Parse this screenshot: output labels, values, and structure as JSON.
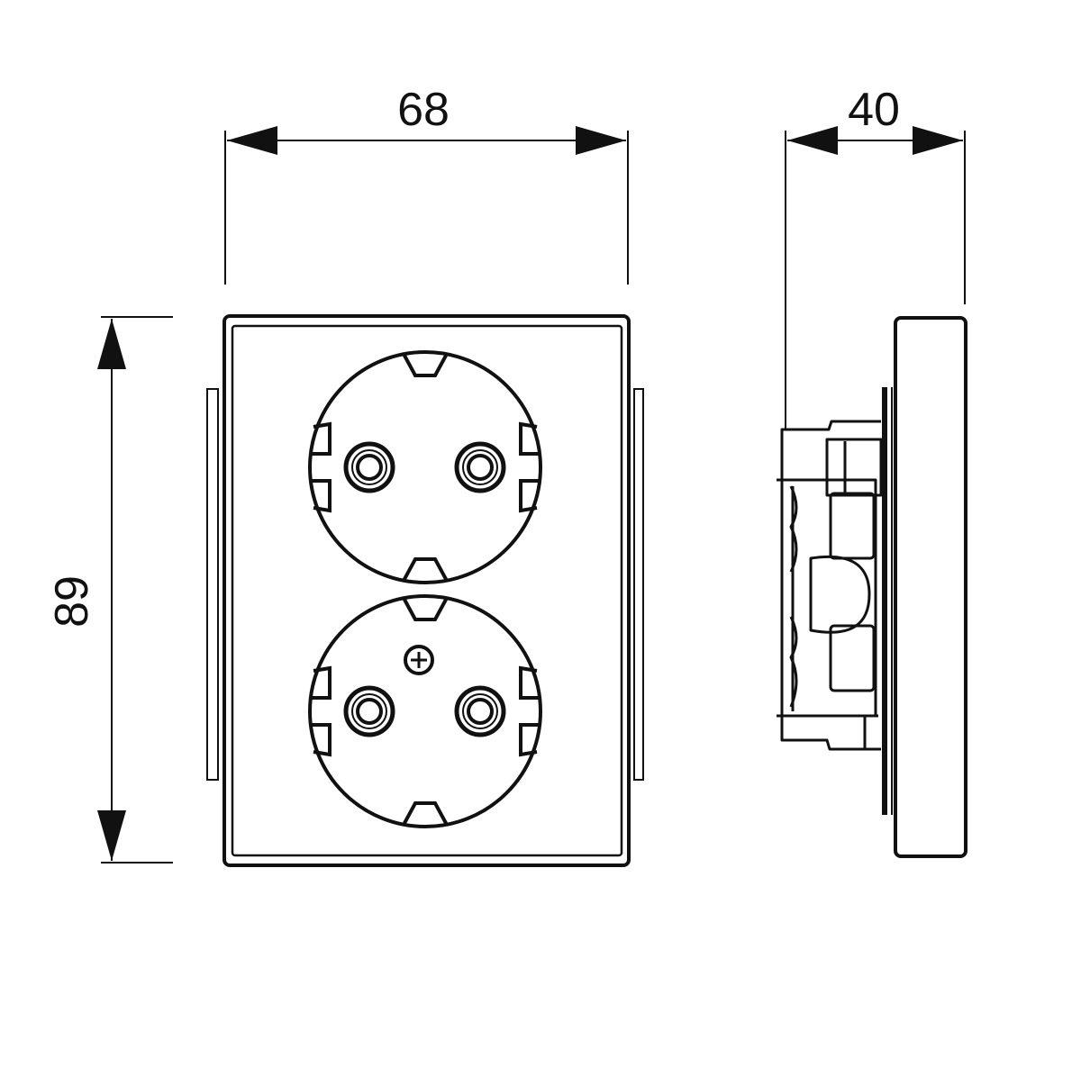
{
  "dimensions": {
    "width": "68",
    "height": "89",
    "depth": "40"
  },
  "colors": {
    "line": "#111111",
    "background": "#ffffff"
  },
  "sockets": [
    {
      "name": "upper-socket",
      "has_screw": false
    },
    {
      "name": "lower-socket",
      "has_screw": true
    }
  ]
}
